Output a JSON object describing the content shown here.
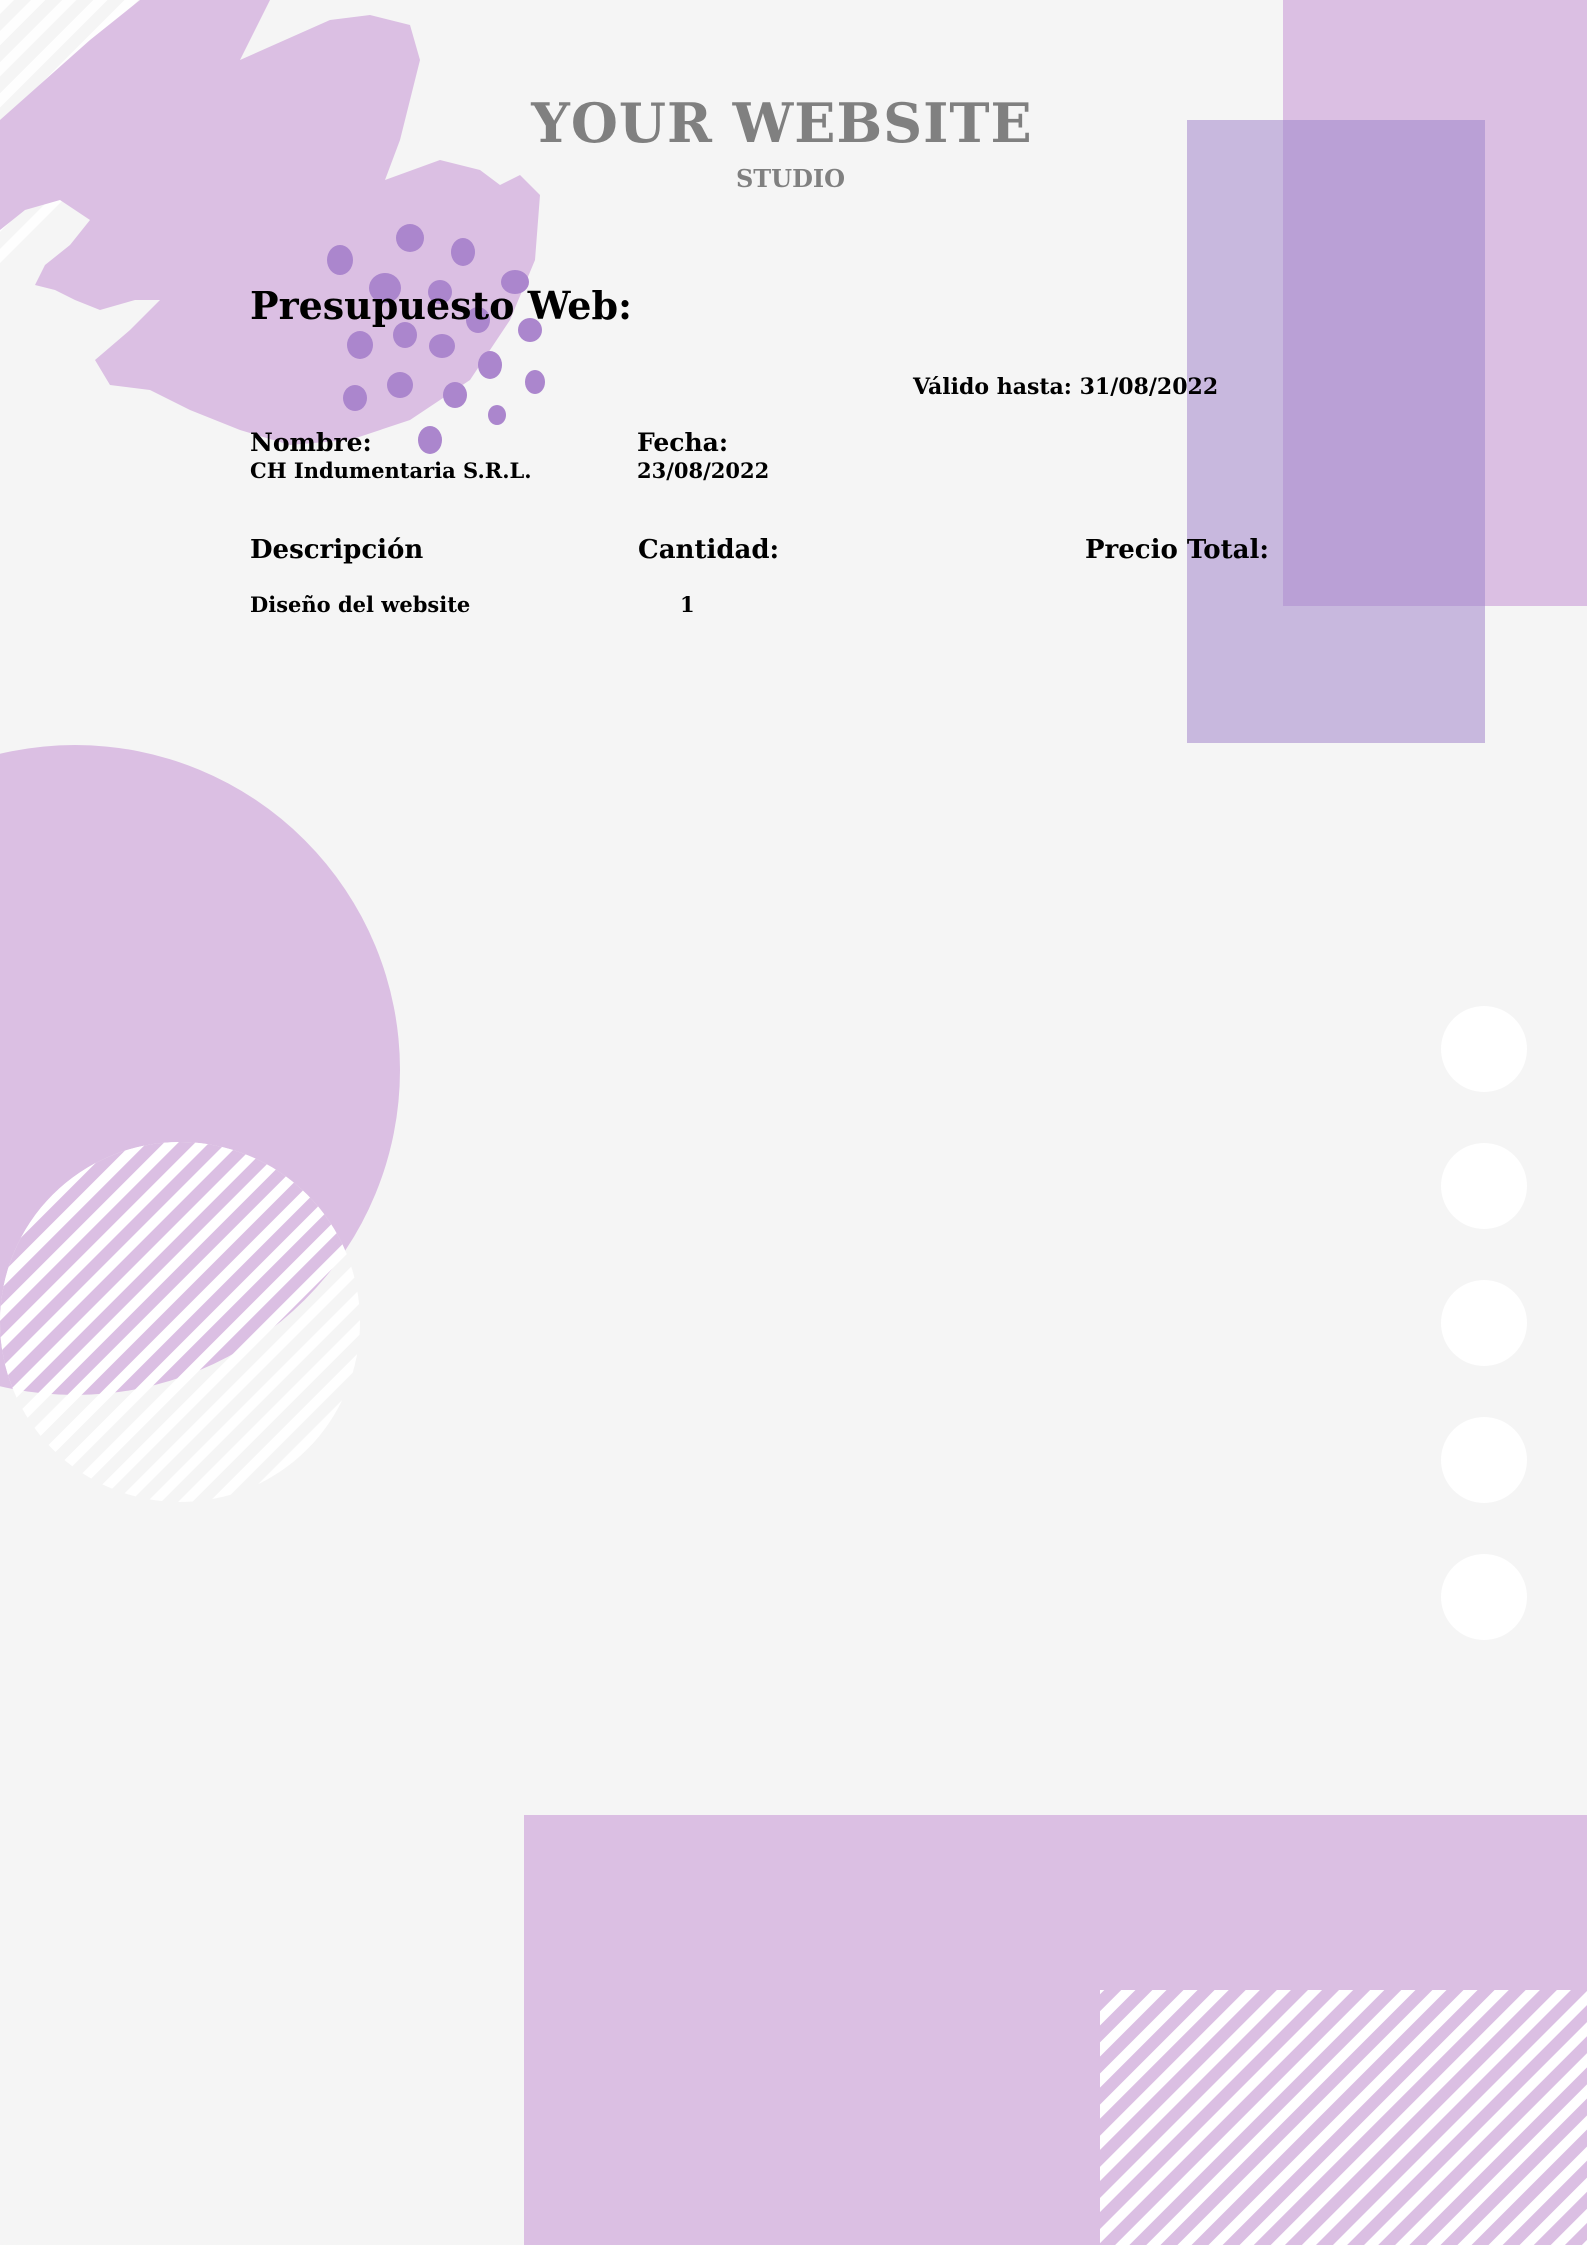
{
  "brand": {
    "name": "YOUR WEBSITE",
    "tagline": "STUDIO"
  },
  "quote": {
    "title": "Presupuesto Web:",
    "valid_until_label": "Válido hasta:",
    "valid_until_value": "31/08/2022",
    "name_label": "Nombre:",
    "name_value": "CH Indumentaria S.R.L.",
    "date_label": "Fecha:",
    "date_value": "23/08/2022"
  },
  "table": {
    "headers": {
      "description": "Descripción",
      "quantity": "Cantidad:",
      "total": "Precio Total:"
    },
    "rows": [
      {
        "description": "Diseño del website",
        "quantity": "1",
        "total": ""
      }
    ]
  },
  "colors": {
    "background": "#f5f5f5",
    "lavender": "#dbbfe3",
    "lavender_mid": "#c8b8de",
    "lavender_overlap": "#baa0d6",
    "purple_dots": "#ab86cd",
    "brand_gray": "#808080",
    "white": "#ffffff"
  },
  "icons": {
    "white_dots": "circle",
    "brush_stroke": "paint-brush-stroke"
  }
}
